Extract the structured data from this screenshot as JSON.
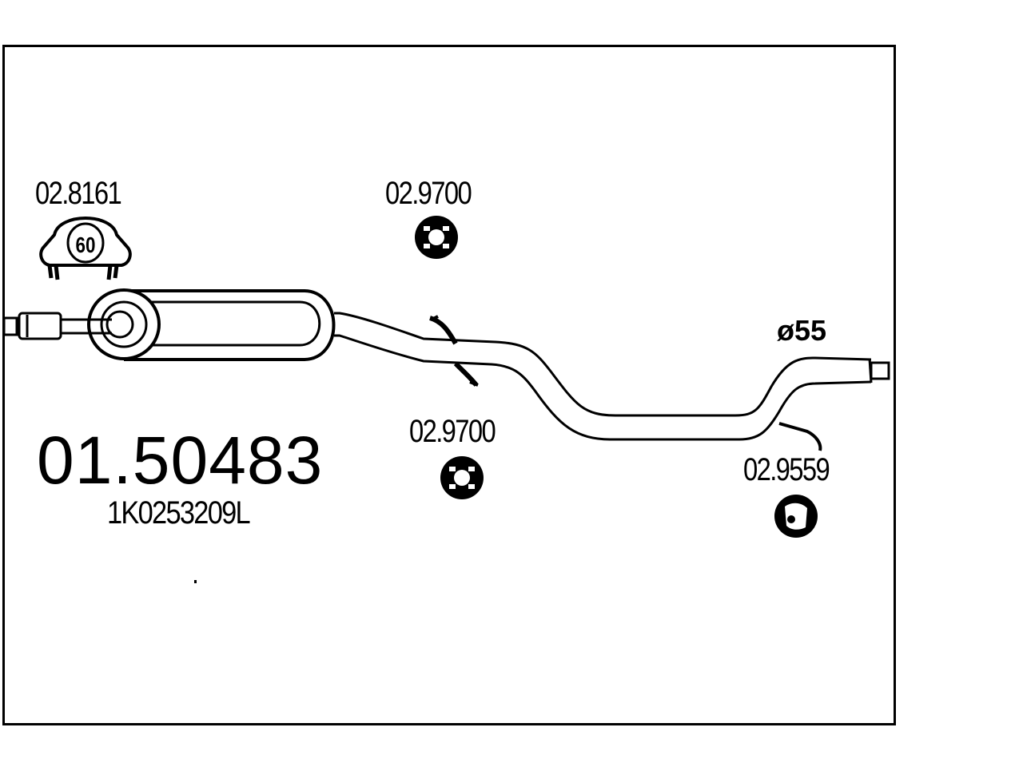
{
  "main_part_number": "01.50483",
  "oem_number": "1K0253209L",
  "pipe_diameter": "ø55",
  "components": {
    "clamp": {
      "code": "02.8161",
      "size": "60"
    },
    "hanger_top": {
      "code": "02.9700"
    },
    "hanger_bottom": {
      "code": "02.9700"
    },
    "rubber_ring": {
      "code": "02.9559"
    }
  }
}
